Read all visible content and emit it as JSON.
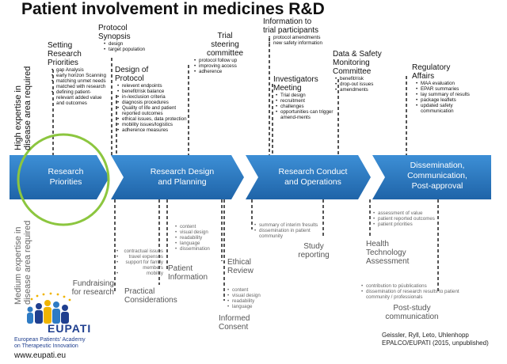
{
  "title": "Patient involvement in medicines R&D",
  "axis": {
    "high": "High expertise in disease area required",
    "high_line1": "High expertise in",
    "high_line2": "disease area required",
    "medium_line1": "Medium expertise in",
    "medium_line2": "disease area required"
  },
  "phases": [
    {
      "line1": "Research",
      "line2": "Priorities"
    },
    {
      "line1": "Research Design",
      "line2": "and Planning"
    },
    {
      "line1": "Research Conduct",
      "line2": "and Operations"
    },
    {
      "line1": "Dissemination,",
      "line2": "Communication,",
      "line3": "Post-approval"
    }
  ],
  "top_items": {
    "setting": {
      "l1": "Setting",
      "l2": "Research",
      "l3": "Priorities",
      "bullets": [
        "gap Analysis",
        "early horizon Scanning",
        "matching unmet needs matched with research",
        "defining patient-relevant added value and outcomes"
      ]
    },
    "synopsis": {
      "l1": "Protocol",
      "l2": "Synopsis",
      "bullets": [
        "design",
        "target population"
      ]
    },
    "design": {
      "l1": "Design of",
      "l2": "Protocol",
      "bullets": [
        "relevent endpoints",
        "benefit/risk balance",
        "in-/exclusion criteria",
        "diagnosis procedures",
        "Quality of life and patient reported outcomes",
        "ethical issues, data protection",
        "mobility issues/logistics",
        "adherence measures"
      ]
    },
    "trial": {
      "l1": "Trial",
      "l2": "steering",
      "l3": "committee",
      "bullets": [
        "protocol follow up",
        "improving access",
        "adherence"
      ]
    },
    "info": {
      "l1": "Information to",
      "l2": "trial participants",
      "bullets": [
        "protocol amendments",
        "new safety information"
      ]
    },
    "investigators": {
      "l1": "Investigators",
      "l2": "Meeting",
      "bullets": [
        "Trial design",
        "recruitment",
        "challenges",
        "opportunities can trigger amend-ments"
      ]
    },
    "dsmc": {
      "l1": "Data & Safety",
      "l2": "Monitoring",
      "l3": "Committee",
      "bullets": [
        "benefit/risk",
        "drop-out issues",
        "amendments"
      ]
    },
    "regulatory": {
      "l1": "Regulatory",
      "l2": "Affairs",
      "bullets": [
        "MAA evaluation",
        "EPAR summaries",
        "lay summary of results",
        "package leaflets",
        "updated safety communication"
      ]
    }
  },
  "bottom_items": {
    "fundraising": {
      "l1": "Fundraising",
      "l2": "for research"
    },
    "practical": {
      "l1": "Practical",
      "l2": "Considerations",
      "bullets": [
        "contractual issues",
        "travel expenses",
        "support for family members",
        "mobility"
      ]
    },
    "patient_info": {
      "l1": "Patient",
      "l2": "Information",
      "bullets": [
        "content",
        "visual design",
        "readability",
        "language",
        "dissemination"
      ]
    },
    "ethical": {
      "l1": "Ethical",
      "l2": "Review"
    },
    "consent": {
      "l1": "Informed",
      "l2": "Consent",
      "bullets": [
        "content",
        "visual design",
        "readability",
        "language"
      ]
    },
    "study": {
      "l1": "Study",
      "l2": "reporting",
      "bullets": [
        "summary of interim fresults",
        "dissemination in patient community"
      ]
    },
    "hta": {
      "l1": "Health",
      "l2": "Technology",
      "l3": "Assessment",
      "bullets": [
        "assessment of value",
        "patient reported outcomes",
        "patient priorities"
      ]
    },
    "post": {
      "l1": "Post-study",
      "l2": "communication",
      "bullets": [
        "contribution to püublications",
        "dissemination of research results to patient community / professionals"
      ]
    }
  },
  "credit": {
    "line1": "Geissler, Ryll,  Leto, Uhlenhopp",
    "line2": "EPALCO/EUPATI (2015, unpublished)"
  },
  "logo": {
    "word": "EUPATI",
    "sub1": "European Patients' Academy",
    "sub2": "on Therapeutic Innovation",
    "url": "www.eupati.eu"
  },
  "colors": {
    "arrow": "#2e7bc4",
    "arrow_dark": "#1c5d9e",
    "highlight_circle": "#8cc63f",
    "dashed": "#555555"
  }
}
